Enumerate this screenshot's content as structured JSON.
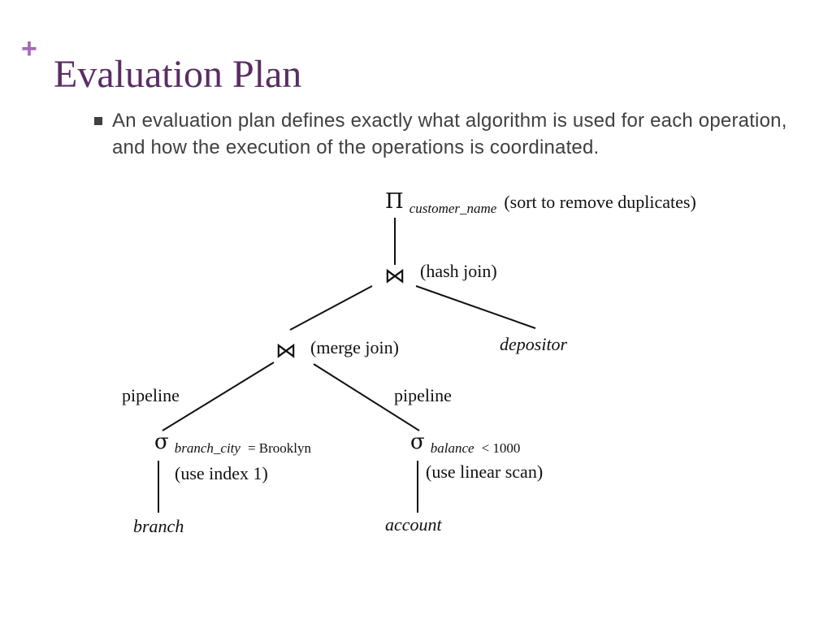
{
  "slide": {
    "plus_glyph": "+",
    "title": "Evaluation Plan",
    "bullet": "An evaluation plan defines exactly what algorithm is used for each operation, and how the execution of the operations is coordinated."
  },
  "diagram": {
    "projection": {
      "symbol": "Π",
      "attribute": "customer_name",
      "note": "(sort to remove duplicates)"
    },
    "hash_join": {
      "symbol": "⋈",
      "note": "(hash join)"
    },
    "merge_join": {
      "symbol": "⋈",
      "note": "(merge join)"
    },
    "depositor": "depositor",
    "left_edge_label": "pipeline",
    "right_edge_label": "pipeline",
    "select_branch": {
      "symbol": "σ",
      "condition_attr": "branch_city",
      "condition_rest": "= Brooklyn",
      "note": "(use index 1)",
      "relation": "branch"
    },
    "select_account": {
      "symbol": "σ",
      "condition_attr": "balance",
      "condition_rest": "< 1000",
      "note": "(use linear scan)",
      "relation": "account"
    }
  }
}
